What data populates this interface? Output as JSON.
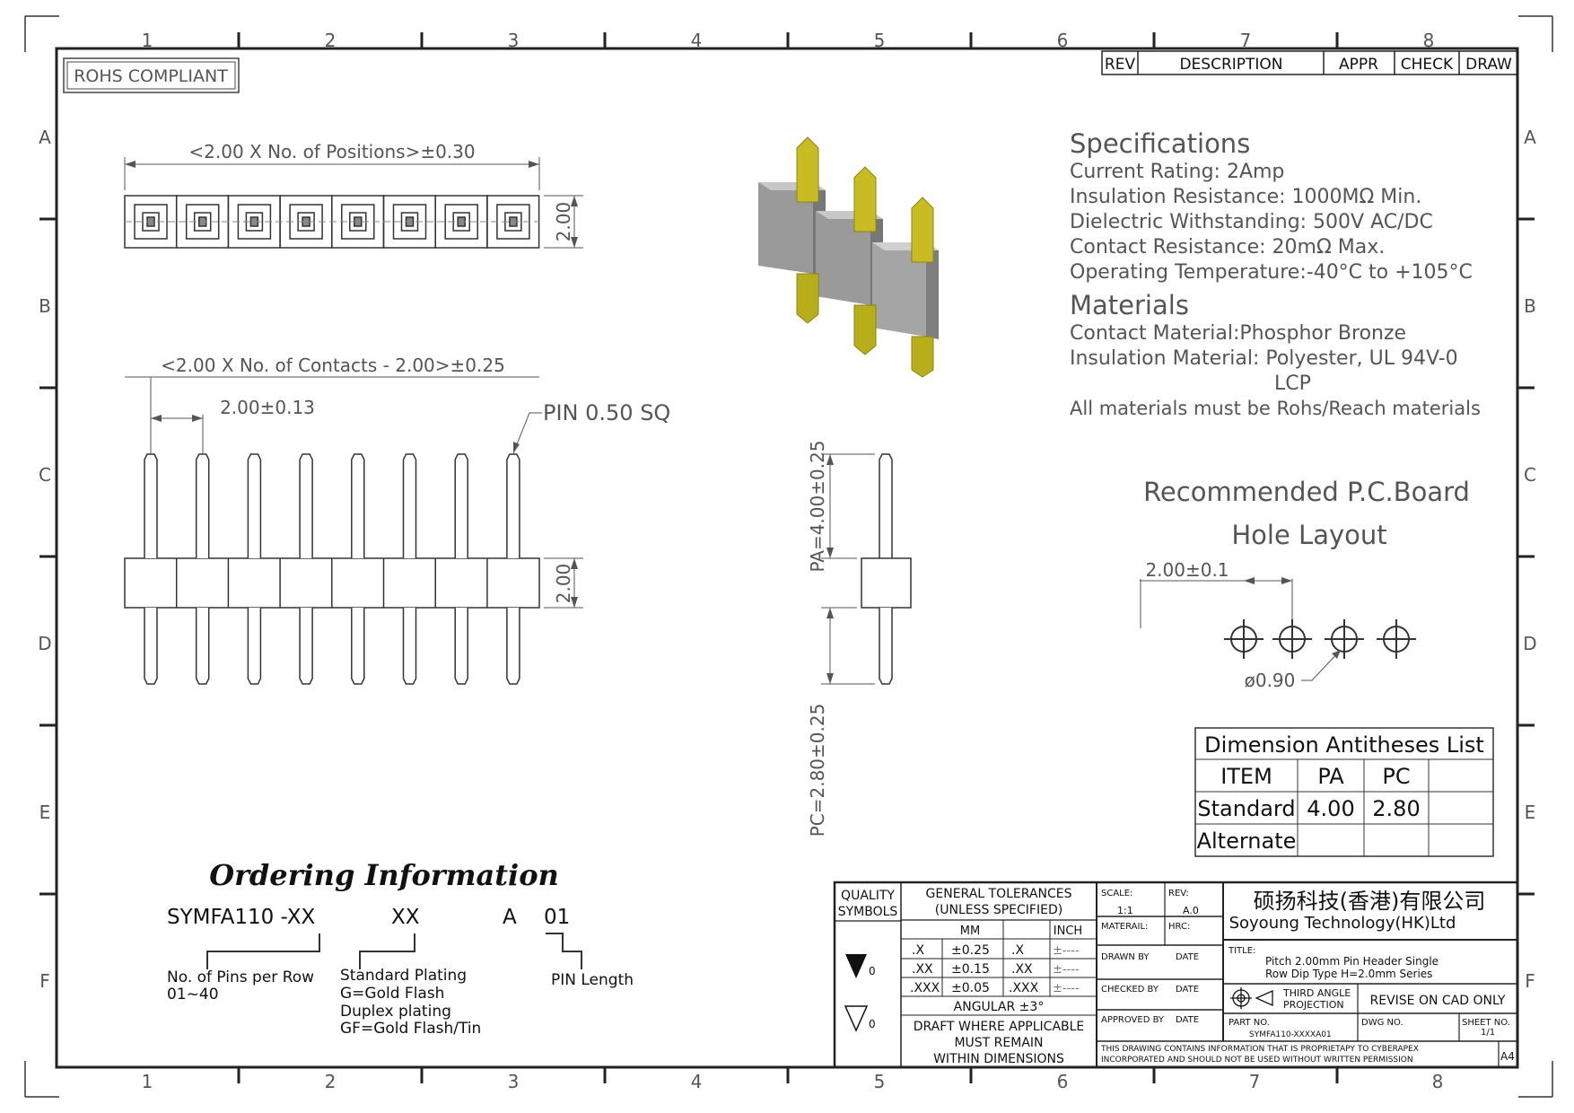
{
  "border": {
    "cols_top": [
      "1",
      "2",
      "3",
      "4",
      "5",
      "6",
      "7",
      "8"
    ],
    "cols_bottom": [
      "1",
      "2",
      "3",
      "4",
      "5",
      "6",
      "7",
      "8"
    ],
    "rows_left": [
      "A",
      "B",
      "C",
      "D",
      "E",
      "F"
    ],
    "rows_right": [
      "A",
      "B",
      "C",
      "D",
      "E",
      "F"
    ]
  },
  "rohs": "ROHS COMPLIANT",
  "rev_block": {
    "rev": "REV",
    "description": "DESCRIPTION",
    "appr": "APPR",
    "check": "CHECK",
    "draw": "DRAW"
  },
  "top_view": {
    "overall_dim": "<2.00 X No. of Positions>±0.30",
    "height_dim": "2.00"
  },
  "front_view": {
    "overall_dim": "<2.00 X No. of Contacts - 2.00>±0.25",
    "pitch_dim": "2.00±0.13",
    "pin_label": "PIN 0.50 SQ",
    "height_dim": "2.00"
  },
  "side_view": {
    "pa_dim": "PA=4.00±0.25",
    "pc_dim": "PC=2.80±0.25"
  },
  "specifications": {
    "title": "Specifications",
    "lines": [
      "Current Rating: 2Amp",
      "Insulation Resistance: 1000MΩ Min.",
      "Dielectric Withstanding: 500V AC/DC",
      "Contact Resistance: 20mΩ Max.",
      "Operating Temperature:-40°C to +105°C"
    ]
  },
  "materials": {
    "title": "Materials",
    "lines": [
      "Contact Material:Phosphor Bronze",
      "Insulation Material: Polyester, UL 94V-0",
      "LCP",
      "All materials must be Rohs/Reach materials"
    ]
  },
  "pcb": {
    "title1": "Recommended P.C.Board",
    "title2": "Hole Layout",
    "pitch_dim": "2.00±0.1",
    "hole_dim": "ø0.90"
  },
  "dim_table": {
    "title": "Dimension Antitheses List",
    "header": [
      "ITEM",
      "PA",
      "PC",
      ""
    ],
    "rows": [
      [
        "Standard",
        "4.00",
        "2.80",
        ""
      ],
      [
        "Alternate",
        "",
        "",
        ""
      ]
    ]
  },
  "ordering": {
    "title": "Ordering Information",
    "part": "SYMFA110 -XX",
    "plating_code": "XX",
    "a": "A",
    "code01": "01",
    "pins_label1": "No. of Pins per Row",
    "pins_label2": "01~40",
    "plating_lines": [
      "Standard Plating",
      "G=Gold Flash",
      "Duplex plating",
      "GF=Gold Flash/Tin"
    ],
    "pin_length": "PIN Length"
  },
  "title_block": {
    "quality": "QUALITY",
    "symbols": "SYMBOLS",
    "gen_tol": "GENERAL TOLERANCES",
    "unless": "(UNLESS SPECIFIED)",
    "mm": "MM",
    "inch": "INCH",
    "tol_rows": [
      [
        ".X",
        "±0.25",
        ".X",
        "±----"
      ],
      [
        ".XX",
        "±0.15",
        ".XX",
        "±----"
      ],
      [
        ".XXX",
        "±0.05",
        ".XXX",
        "±----"
      ]
    ],
    "angular": "ANGULAR ±3°",
    "draft1": "DRAFT WHERE APPLICABLE",
    "draft2": "MUST REMAIN",
    "draft3": "WITHIN DIMENSIONS",
    "sym1": "0",
    "sym2": "0",
    "scale_label": "SCALE:",
    "scale": "1:1",
    "rev_label": "REV:",
    "rev": "A.0",
    "material_label": "MATERAIL:",
    "hrc_label": "HRC:",
    "drawn_by": "DRAWN BY",
    "date1": "DATE",
    "checked_by": "CHECKED BY",
    "date2": "DATE",
    "approved_by": "APPROVED BY",
    "date3": "DATE",
    "company_cn": "硕扬科技(香港)有限公司",
    "company_en": "Soyoung Technology(HK)Ltd",
    "title_label": "TITLE:",
    "title1": "Pitch 2.00mm Pin Header Single",
    "title2": "Row Dip Type H=2.0mm Series",
    "third1": "THIRD ANGLE",
    "third2": "PROJECTION",
    "revise": "REVISE ON CAD ONLY",
    "part_no_label": "PART NO.",
    "part_no": "SYMFA110-XXXXA01",
    "dwg_no_label": "DWG NO.",
    "sheet_label": "SHEET NO.",
    "sheet": "1/1",
    "notice1": "THIS DRAWING CONTAINS INFORMATION THAT IS PROPRIETAPY TO CYBERAPEX",
    "notice2": "INCORPORATED AND SHOULD NOT BE USED WITHOUT WRITTEN PERMISSION",
    "size": "A4"
  }
}
